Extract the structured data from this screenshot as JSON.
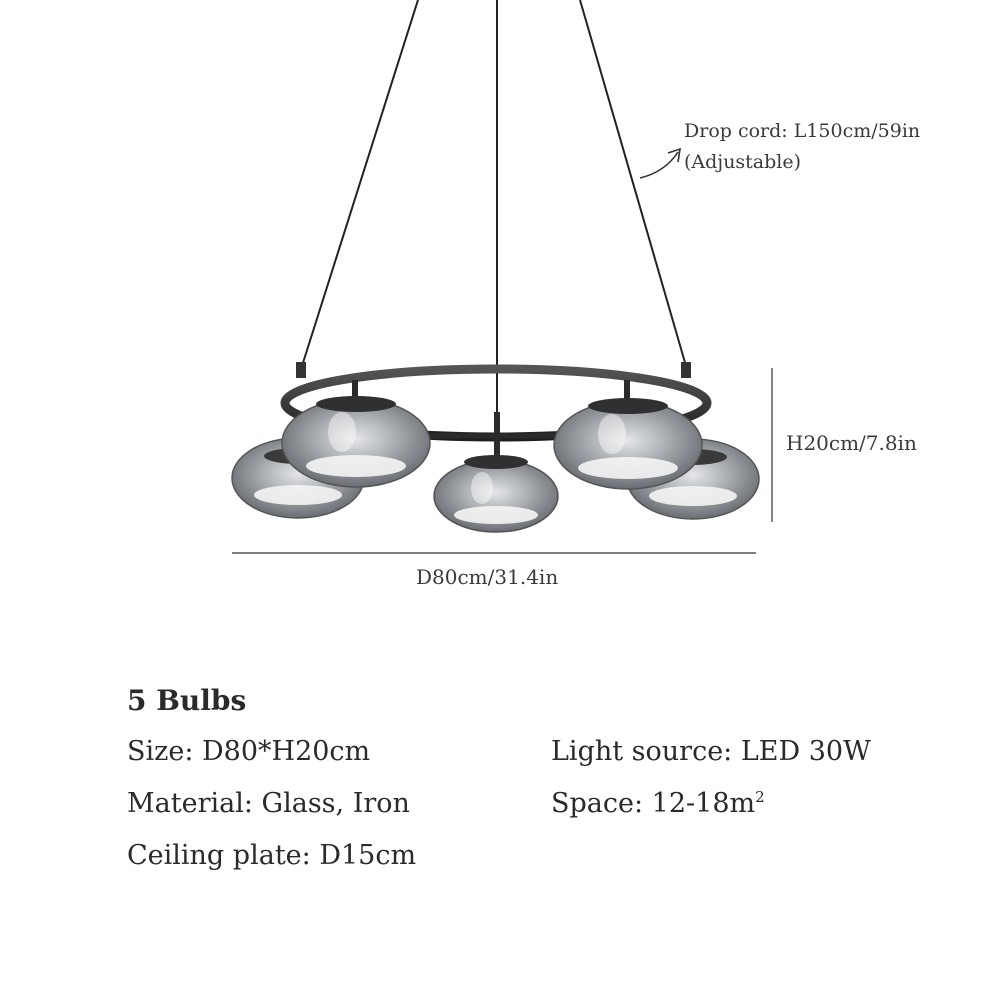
{
  "dimensions": {
    "drop_cord": "Drop cord: L150cm/59in",
    "drop_cord_note": "(Adjustable)",
    "height": "H20cm/7.8in",
    "diameter": "D80cm/31.4in"
  },
  "specs": {
    "title": "5 Bulbs",
    "size": "Size: D80*H20cm",
    "material": "Material: Glass, Iron",
    "ceiling_plate": "Ceiling plate: D15cm",
    "light_source": "Light source: LED 30W",
    "space_prefix": "Space: 12-18m",
    "space_unit_sup": "2"
  },
  "colors": {
    "text": "#2a2a2a",
    "frame": "#2b2b2b",
    "glass": "#8f9398"
  }
}
